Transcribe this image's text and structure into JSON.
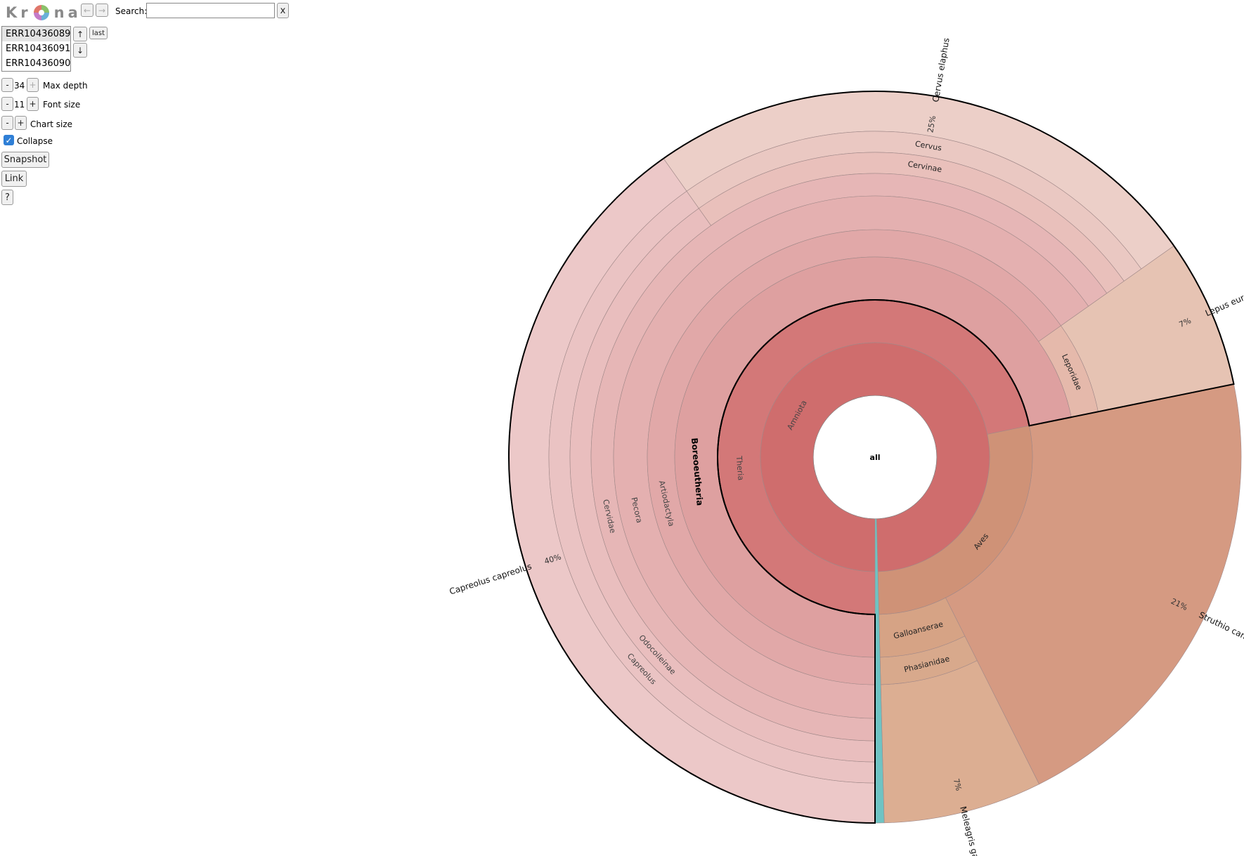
{
  "app": {
    "logo_text": [
      "K",
      "r",
      "n",
      "a"
    ]
  },
  "nav": {
    "back_label": "←",
    "forward_label": "→"
  },
  "search": {
    "label": "Search:",
    "value": "",
    "clear_label": "x"
  },
  "datasets": {
    "items": [
      "ERR10436089",
      "ERR10436091",
      "ERR10436090"
    ],
    "selected_index": 0,
    "up_label": "↑",
    "down_label": "↓",
    "last_label": "last"
  },
  "controls": {
    "max_depth": {
      "minus": "-",
      "value": "34",
      "plus": "+",
      "label": "Max depth"
    },
    "font_size": {
      "minus": "-",
      "value": "11",
      "plus": "+",
      "label": "Font size"
    },
    "chart_size": {
      "minus": "-",
      "plus": "+",
      "label": "Chart size"
    },
    "collapse": {
      "checked": true,
      "label": "Collapse"
    },
    "snapshot_label": "Snapshot",
    "link_label": "Link",
    "help_label": "?"
  },
  "chart_data": {
    "type": "sunburst",
    "root": "all",
    "highlighted": "Boreoeutheria",
    "nodes": [
      {
        "name": "Amniota",
        "start_pct": 0,
        "end_pct": 99.6,
        "depth": 1,
        "color": "#cf6d6d"
      },
      {
        "name": "Theria",
        "start_pct": 0,
        "end_pct": 71.8,
        "depth": 2,
        "color": "#d37878"
      },
      {
        "name": "Boreoeutheria",
        "start_pct": 0,
        "end_pct": 71.8,
        "depth": 3,
        "color": "#dea0a0"
      },
      {
        "name": "Artiodactyla",
        "start_pct": 0,
        "end_pct": 65.2,
        "depth": 4,
        "color": "#e1a8a8"
      },
      {
        "name": "Pecora",
        "start_pct": 0,
        "end_pct": 65.2,
        "depth": 5,
        "color": "#e4b0b0"
      },
      {
        "name": "Cervidae",
        "start_pct": 0,
        "end_pct": 65.2,
        "depth": 6,
        "color": "#e6b6b6"
      },
      {
        "name": "Odocoileinae",
        "start_pct": 0,
        "end_pct": 40.2,
        "depth": 7,
        "color": "#e9bebe"
      },
      {
        "name": "Capreolus",
        "start_pct": 0,
        "end_pct": 40.2,
        "depth": 8,
        "color": "#eac3c3"
      },
      {
        "name": "Capreolus capreolus",
        "start_pct": 0,
        "end_pct": 40.2,
        "depth": 9,
        "color": "#ecc8c8",
        "pct_label": "40%"
      },
      {
        "name": "Cervinae",
        "start_pct": 40.2,
        "end_pct": 65.2,
        "depth": 7,
        "color": "#e9c0bb"
      },
      {
        "name": "Cervus",
        "start_pct": 40.2,
        "end_pct": 65.2,
        "depth": 8,
        "color": "#eac8c2"
      },
      {
        "name": "Cervus elaphus",
        "start_pct": 40.2,
        "end_pct": 65.2,
        "depth": 9,
        "color": "#eccfc8",
        "pct_label": "25%"
      },
      {
        "name": "Leporidae",
        "start_pct": 65.2,
        "end_pct": 71.8,
        "depth": 4,
        "color": "#e5b9ab"
      },
      {
        "name": "Lepus europaeus",
        "start_pct": 65.2,
        "end_pct": 71.8,
        "depth": 5,
        "color": "#e6c3b3",
        "pct_label": "7%"
      },
      {
        "name": "Aves",
        "start_pct": 71.8,
        "end_pct": 99.6,
        "depth": 2,
        "color": "#cf9277"
      },
      {
        "name": "Struthio camelus",
        "start_pct": 71.8,
        "end_pct": 92.6,
        "depth": 3,
        "color": "#d59a82",
        "pct_label": "21%"
      },
      {
        "name": "Galloanserae",
        "start_pct": 92.6,
        "end_pct": 99.6,
        "depth": 3,
        "color": "#d6a385"
      },
      {
        "name": "Phasianidae",
        "start_pct": 92.6,
        "end_pct": 99.6,
        "depth": 4,
        "color": "#d8a98c"
      },
      {
        "name": "Meleagris gallopavo",
        "start_pct": 92.6,
        "end_pct": 99.6,
        "depth": 5,
        "color": "#dcae92",
        "pct_label": "7%"
      },
      {
        "name": "",
        "start_pct": 99.6,
        "end_pct": 100,
        "depth": 1,
        "color": "#6fc3c3"
      }
    ]
  }
}
